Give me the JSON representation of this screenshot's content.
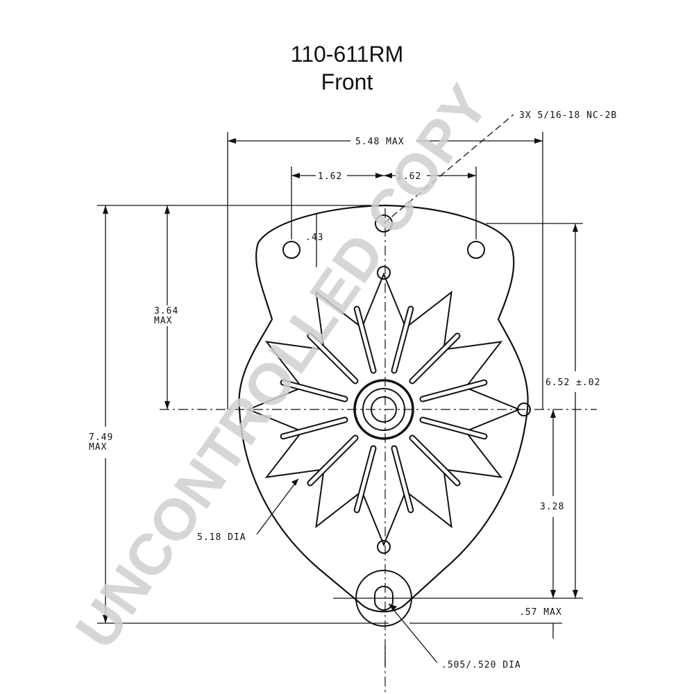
{
  "title": {
    "part_number": "110-611RM",
    "view": "Front"
  },
  "watermark": "UNCONTROLLED COPY",
  "dimensions": {
    "thread_callout": "3X 5/16-18 NC-2B",
    "overall_width": "5.48 MAX",
    "hole_left_offset": "1.62",
    "hole_right_offset": "1.62",
    "top_offset": ".43",
    "upper_height": "3.64",
    "upper_height_max": "MAX",
    "overall_height": "7.49",
    "overall_height_max": "MAX",
    "mount_height": "6.52 ±.02",
    "lower_height": "3.28",
    "fan_diameter": "5.18 DIA",
    "ear_offset": ".57 MAX",
    "ear_hole_diameter": ".505/.520 DIA"
  },
  "colors": {
    "line": "#111111",
    "watermark": "#cfcfcf"
  }
}
